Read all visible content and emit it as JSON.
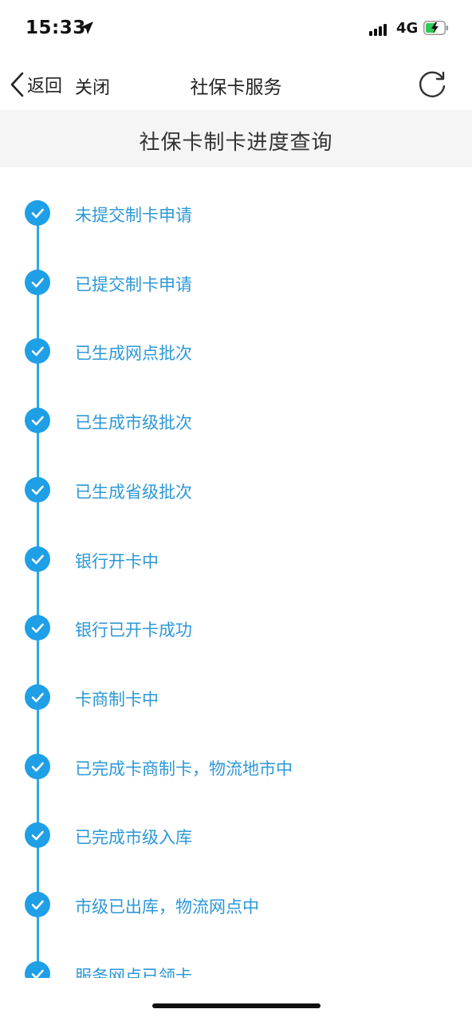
{
  "status_bar": {
    "time": "15:33",
    "network": "4G",
    "icons": [
      "location-arrow-icon",
      "signal-icon",
      "battery-charging-icon"
    ]
  },
  "nav": {
    "back_label": "返回",
    "close_label": "关闭",
    "title": "社保卡服务",
    "icons": [
      "chevron-left-icon",
      "refresh-icon"
    ]
  },
  "page": {
    "title": "社保卡制卡进度查询"
  },
  "steps": [
    {
      "label": "未提交制卡申请",
      "status": "done"
    },
    {
      "label": "已提交制卡申请",
      "status": "done"
    },
    {
      "label": "已生成网点批次",
      "status": "done"
    },
    {
      "label": "已生成市级批次",
      "status": "done"
    },
    {
      "label": "已生成省级批次",
      "status": "done"
    },
    {
      "label": "银行开卡中",
      "status": "done"
    },
    {
      "label": "银行已开卡成功",
      "status": "done"
    },
    {
      "label": "卡商制卡中",
      "status": "done"
    },
    {
      "label": "已完成卡商制卡，物流地市中",
      "status": "done"
    },
    {
      "label": "已完成市级入库",
      "status": "done"
    },
    {
      "label": "市级已出库，物流网点中",
      "status": "done"
    },
    {
      "label": "服务网点已领卡",
      "status": "done"
    }
  ],
  "colors": {
    "accent": "#1f9fe6",
    "step_text": "#2c98d6",
    "header_bg": "#f5f5f5"
  }
}
